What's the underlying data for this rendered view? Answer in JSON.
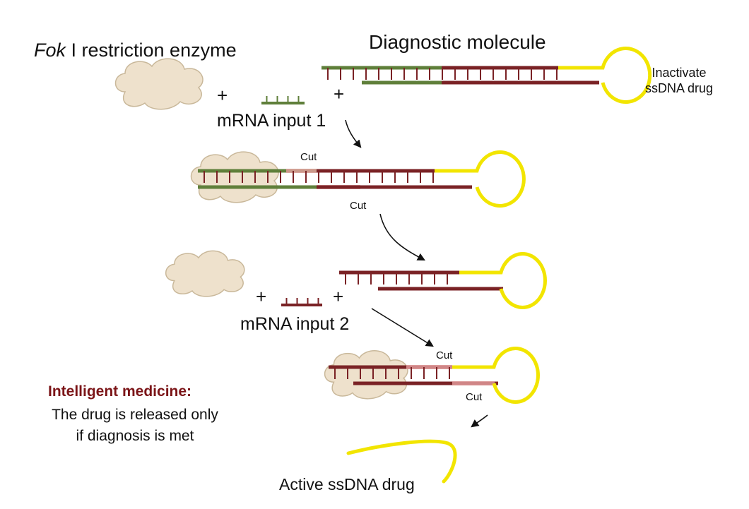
{
  "labels": {
    "enzyme_italic": "Fok",
    "enzyme_rest": " I restriction enzyme",
    "diagnostic_molecule": "Diagnostic molecule",
    "inactivate_line1": "Inactivate",
    "inactivate_line2": "ssDNA drug",
    "mrna_input_1": "mRNA input 1",
    "mrna_input_2": "mRNA input 2",
    "cut": "Cut",
    "plus": "+",
    "intelligent_title": "Intelligent medicine:",
    "intelligent_line1": "The drug is released only",
    "intelligent_line2": "if diagnosis is met",
    "active_drug": "Active ssDNA drug"
  },
  "colors": {
    "green_strand": "#5f7f3a",
    "red_strand": "#7a2225",
    "yellow_strand": "#f2e500",
    "cloud_fill": "#eee1cc",
    "cloud_stroke": "#c9b89a",
    "cut_marker": "#e6a0a0",
    "title_red": "#7b1417"
  }
}
